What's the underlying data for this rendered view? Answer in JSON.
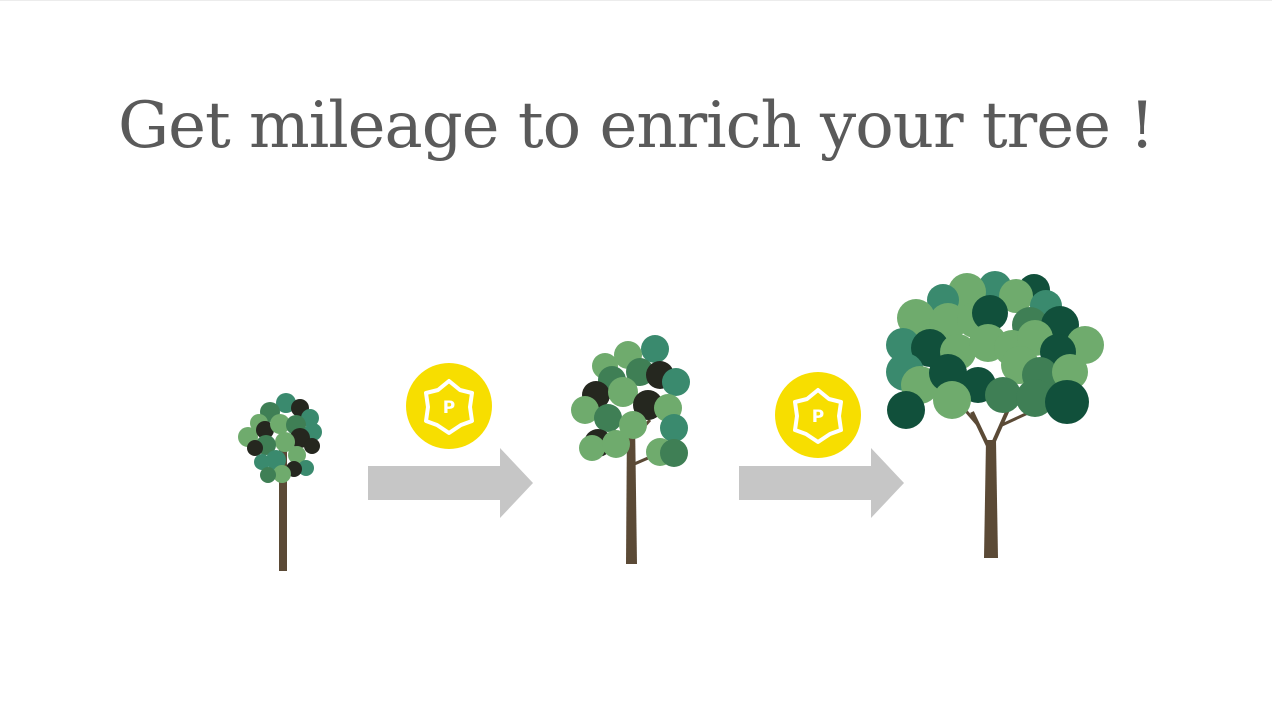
{
  "headline": "Get mileage to enrich your tree !",
  "point_badge_label": "P",
  "colors": {
    "headline": "#5a5a5a",
    "arrow": "#c6c6c6",
    "badge": "#f7de00",
    "trunk": "#5b4a36",
    "leaf_light": "#6fab6d",
    "leaf_mid": "#3f7f55",
    "leaf_teal": "#3a8a6e",
    "leaf_dark": "#11503b",
    "leaf_black": "#25271f"
  },
  "steps": [
    {
      "stage": "small tree"
    },
    {
      "stage": "point reward"
    },
    {
      "stage": "medium tree"
    },
    {
      "stage": "point reward"
    },
    {
      "stage": "large tree"
    }
  ]
}
